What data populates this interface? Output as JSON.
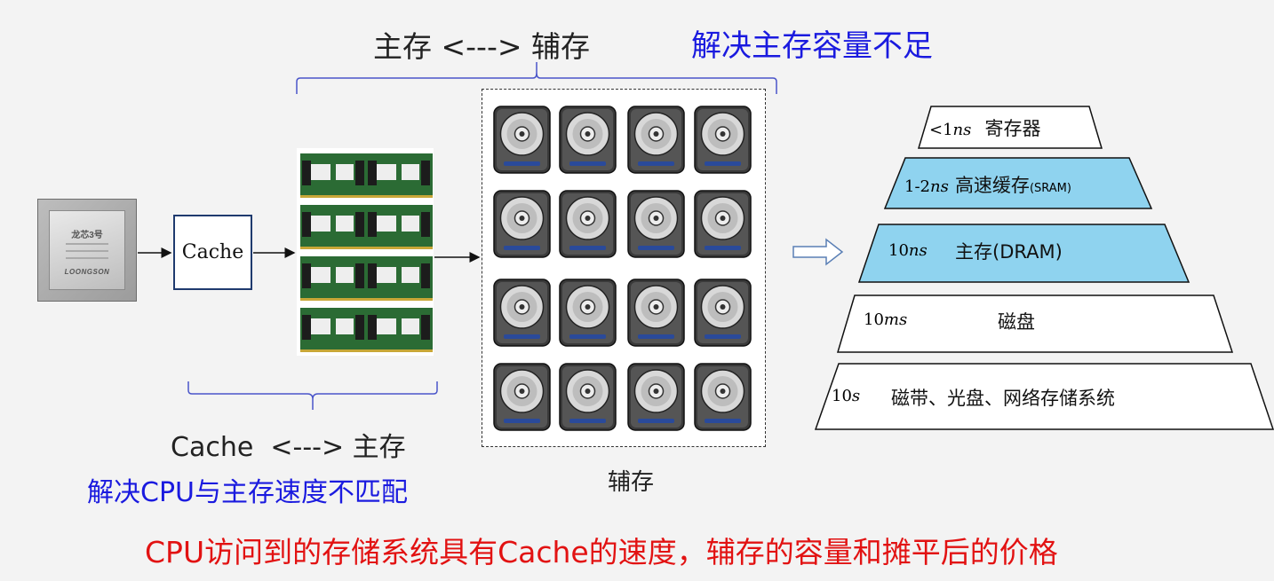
{
  "top_bracket_label": "主存 <---> 辅存",
  "top_note": "解决主存容量不足",
  "cpu": {
    "name": "龙芯3号",
    "brand": "LOONGSON"
  },
  "cache_box_label": "Cache",
  "disk_panel_caption": "辅存",
  "bottom_bracket_label": "Cache  <---> 主存",
  "bottom_note": "解决CPU与主存速度不匹配",
  "conclusion": "CPU访问到的存储系统具有Cache的速度，辅存的容量和摊平后的价格",
  "pyramid": [
    {
      "num": "<1",
      "unit": "ns",
      "name": "寄存器",
      "suffix": "",
      "fill": "#ffffff"
    },
    {
      "num": "1-2",
      "unit": "ns",
      "name": "高速缓存",
      "suffix": "(SRAM)",
      "fill": "#8fd3ef"
    },
    {
      "num": "10",
      "unit": "ns",
      "name": "主存(DRAM)",
      "suffix": "",
      "fill": "#8fd3ef"
    },
    {
      "num": "10",
      "unit": "ms",
      "name": "磁盘",
      "suffix": "",
      "fill": "#ffffff"
    },
    {
      "num": "10",
      "unit": "s",
      "name": "磁带、光盘、网络存储系统",
      "suffix": "",
      "fill": "#ffffff"
    }
  ],
  "colors": {
    "blue_text": "#1a1adf",
    "red_text": "#e21212",
    "tier_fill": "#8fd3ef",
    "bracket": "#4a55c9"
  }
}
